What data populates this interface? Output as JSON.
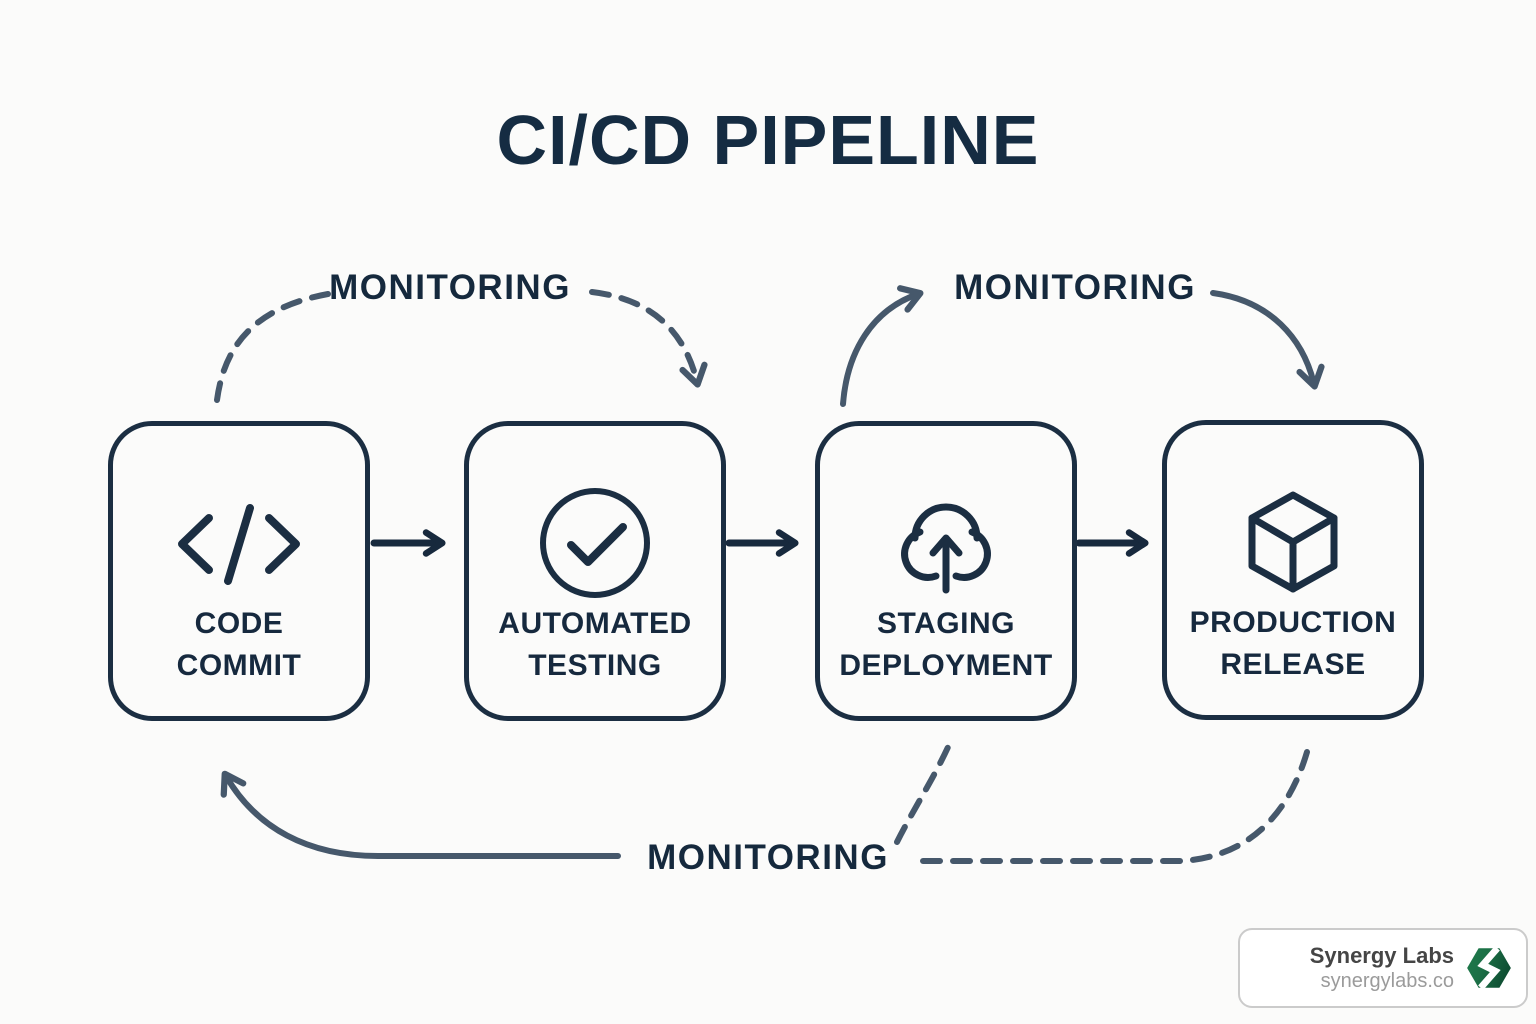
{
  "title": "CI/CD PIPELINE",
  "monitoring": {
    "top_left_label": "MONITORING",
    "top_right_label": "MONITORING",
    "bottom_label": "MONITORING"
  },
  "stages": [
    {
      "line1": "CODE",
      "line2": "COMMIT",
      "icon": "code-icon"
    },
    {
      "line1": "AUTOMATED",
      "line2": "TESTING",
      "icon": "check-circle-icon"
    },
    {
      "line1": "STAGING",
      "line2": "DEPLOYMENT",
      "icon": "cloud-upload-icon"
    },
    {
      "line1": "PRODUCTION",
      "line2": "RELEASE",
      "icon": "cube-icon"
    }
  ],
  "brand": {
    "name": "Synergy Labs",
    "url": "synergylabs.co",
    "logo_icon": "synergy-hexagon-icon"
  },
  "colors": {
    "background": "#fbfbfa",
    "ink": "#17293d",
    "box_border": "#1b2e42",
    "arc_slate": "#46586b",
    "brand_green": "#1e7a4b",
    "brand_green_dark": "#0f4f33",
    "card_border": "#cbcbcb",
    "brand_name_text": "#454545",
    "brand_url_text": "#9b9b9b"
  }
}
